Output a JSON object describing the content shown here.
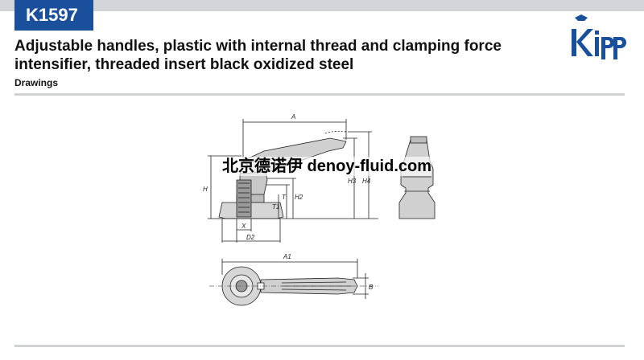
{
  "header": {
    "code": "K1597",
    "title_line1": "Adjustable handles, plastic with internal thread and clamping force",
    "title_line2": "intensifier, threaded insert black oxidized steel",
    "section": "Drawings"
  },
  "logo": {
    "brand": "Kipp",
    "color": "#1a4f9c"
  },
  "drawing": {
    "labels": {
      "A": "A",
      "H": "H",
      "X": "X",
      "D2": "D2",
      "T1": "T1",
      "T": "T",
      "H2": "H2",
      "H3": "H3",
      "H4": "H4",
      "A1": "A1",
      "B": "B"
    }
  },
  "watermark": {
    "text": "北京德诺伊 denoy-fluid.com"
  },
  "colors": {
    "accent": "#1a4f9c",
    "rule": "#cfd1d4"
  }
}
